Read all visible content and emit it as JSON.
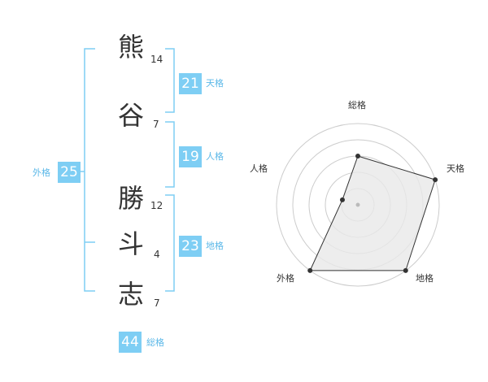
{
  "name": {
    "chars": [
      {
        "char": "熊",
        "strokes": "14"
      },
      {
        "char": "谷",
        "strokes": "7"
      },
      {
        "char": "勝",
        "strokes": "12"
      },
      {
        "char": "斗",
        "strokes": "4"
      },
      {
        "char": "志",
        "strokes": "7"
      }
    ]
  },
  "fortunes": {
    "tenkaku": {
      "value": "21",
      "label": "天格"
    },
    "jinkaku": {
      "value": "19",
      "label": "人格"
    },
    "chikaku": {
      "value": "23",
      "label": "地格"
    },
    "gaikaku": {
      "value": "25",
      "label": "外格"
    },
    "soukaku": {
      "value": "44",
      "label": "総格"
    }
  },
  "colors": {
    "accent": "#7ecef4",
    "bracket": "#7ecef4",
    "label_accent": "#5bb8e8",
    "text": "#333333",
    "grid": "#cccccc",
    "fill": "#e8e8e8"
  },
  "chart_data": {
    "type": "radar",
    "axes": [
      "総格",
      "天格",
      "地格",
      "外格",
      "人格"
    ],
    "values": [
      3,
      5,
      5,
      5,
      1
    ],
    "max": 5,
    "rings": 5
  }
}
